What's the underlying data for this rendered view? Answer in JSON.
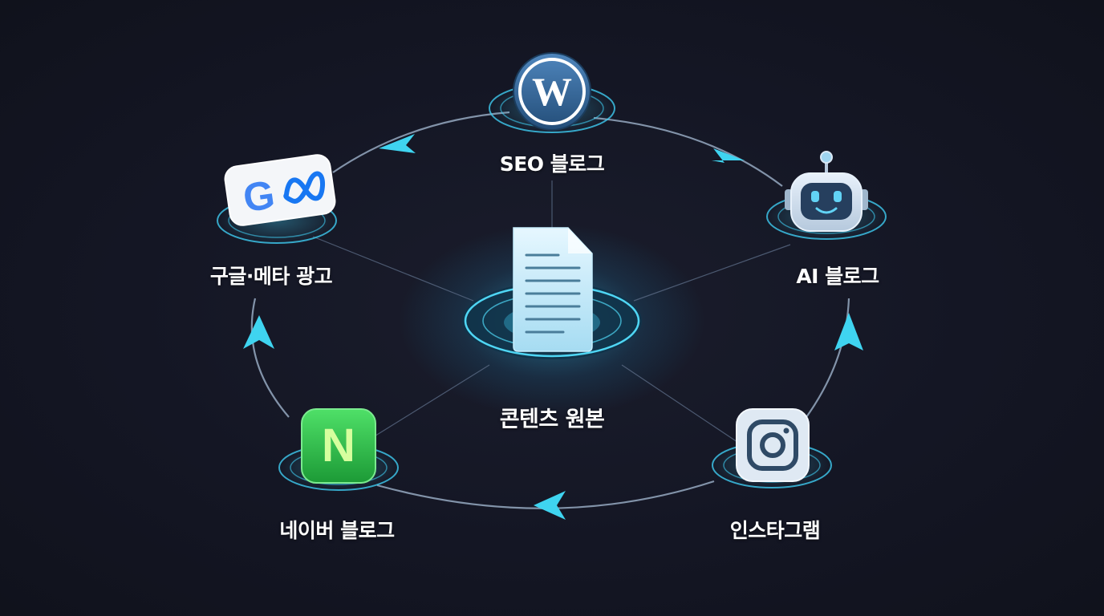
{
  "center": {
    "label": "콘텐츠 원본",
    "icon": "document-icon"
  },
  "channels": [
    {
      "id": "seo",
      "label": "SEO 블로그",
      "icon": "wordpress-icon"
    },
    {
      "id": "ai",
      "label": "AI 블로그",
      "icon": "robot-icon"
    },
    {
      "id": "instagram",
      "label": "인스타그램",
      "icon": "instagram-icon"
    },
    {
      "id": "naver",
      "label": "네이버 블로그",
      "icon": "naver-icon",
      "icon_text": "N"
    },
    {
      "id": "ads",
      "label": "구글·메타 광고",
      "icon": "google-meta-icon",
      "icon_text": "G"
    }
  ],
  "colors": {
    "background": "#141624",
    "cycle_ring": "#8ea1b8",
    "arrow": "#3fd4f0",
    "glow": "#3fcbf0",
    "spoke": "#5a6a84",
    "label": "#ffffff",
    "wordpress": "#2d5a86",
    "naver": "#2fc24a",
    "instagram_tile": "#dfe9f3",
    "google_blue": "#4285f4",
    "google_red": "#ea4335",
    "google_yellow": "#fbbc05",
    "google_green": "#34a853",
    "meta_blue": "#1877f2"
  }
}
